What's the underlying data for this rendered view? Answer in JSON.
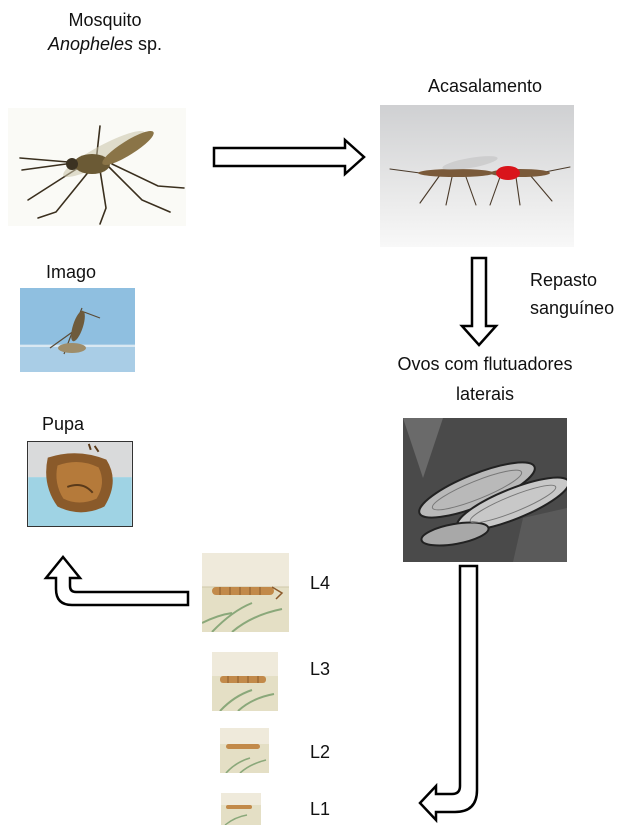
{
  "labels": {
    "mosquito_line1": "Mosquito",
    "mosquito_genus": "Anopheles",
    "mosquito_sp": " sp.",
    "mating": "Acasalamento",
    "blood_meal_line1": "Repasto",
    "blood_meal_line2": "sanguíneo",
    "eggs_line1": "Ovos com flutuadores",
    "eggs_line2": "laterais",
    "imago": "Imago",
    "pupa": "Pupa",
    "l4": "L4",
    "l3": "L3",
    "l2": "L2",
    "l1": "L1"
  },
  "images": {
    "mosquito": "adult Anopheles mosquito photo",
    "mating": "mating mosquitoes photo",
    "imago": "imago emerging from water photo",
    "pupa": "pupa photo",
    "eggs": "eggs with lateral floats micrograph",
    "larvae": "larva photos L1–L4"
  },
  "colors": {
    "arrow_stroke": "#000000",
    "arrow_fill": "#ffffff",
    "sky_blue": "#8fbfe0",
    "mating_red": "#d9141b"
  }
}
